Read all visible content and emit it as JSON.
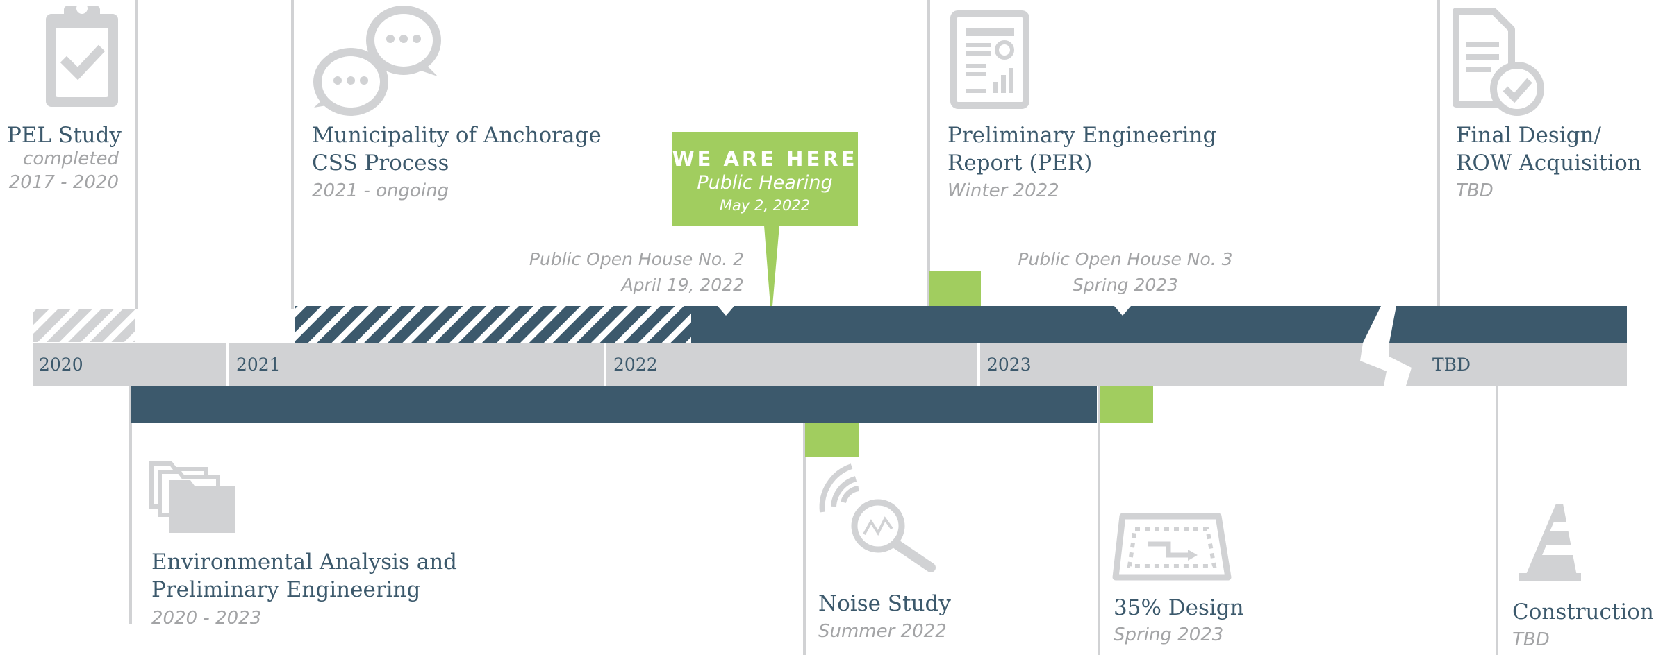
{
  "colors": {
    "gray": "#d1d2d4",
    "navy": "#3c596c",
    "green": "#a1cd5f",
    "title_text": "#3c596c",
    "italic_text": "#a3a4a6",
    "white": "#ffffff"
  },
  "years": [
    "2020",
    "2021",
    "2022",
    "2023",
    "TBD"
  ],
  "top_milestones": [
    {
      "id": "pel",
      "icon": "clipboard-check-icon",
      "title": [
        "PEL Study"
      ],
      "sub": [
        "completed",
        "2017 - 2020"
      ]
    },
    {
      "id": "css",
      "icon": "speech-bubbles-icon",
      "title": [
        "Municipality of Anchorage",
        "CSS Process"
      ],
      "sub": [
        "2021 - ongoing"
      ]
    },
    {
      "id": "per",
      "icon": "report-document-icon",
      "title": [
        "Preliminary Engineering",
        "Report (PER)"
      ],
      "sub": [
        "Winter 2022"
      ]
    },
    {
      "id": "final",
      "icon": "document-check-icon",
      "title": [
        "Final Design/",
        "ROW Acquisition"
      ],
      "sub": [
        "TBD"
      ]
    }
  ],
  "bottom_milestones": [
    {
      "id": "env",
      "icon": "folders-icon",
      "title": [
        "Environmental Analysis and",
        "Preliminary Engineering"
      ],
      "sub": [
        "2020 - 2023"
      ]
    },
    {
      "id": "noise",
      "icon": "noise-magnifier-icon",
      "title": [
        "Noise Study"
      ],
      "sub": [
        "Summer 2022"
      ]
    },
    {
      "id": "design",
      "icon": "design-plan-icon",
      "title": [
        "35% Design"
      ],
      "sub": [
        "Spring 2023"
      ]
    },
    {
      "id": "construction",
      "icon": "traffic-cone-icon",
      "title": [
        "Construction"
      ],
      "sub": [
        "TBD"
      ]
    }
  ],
  "open_houses": [
    {
      "id": "oh2",
      "lines": [
        "Public Open House No. 2",
        "April 19, 2022"
      ]
    },
    {
      "id": "oh3",
      "lines": [
        "Public Open House No. 3",
        "Spring 2023"
      ]
    }
  ],
  "callout": {
    "heading": "WE ARE HERE",
    "event": "Public Hearing",
    "date": "May 2, 2022"
  }
}
